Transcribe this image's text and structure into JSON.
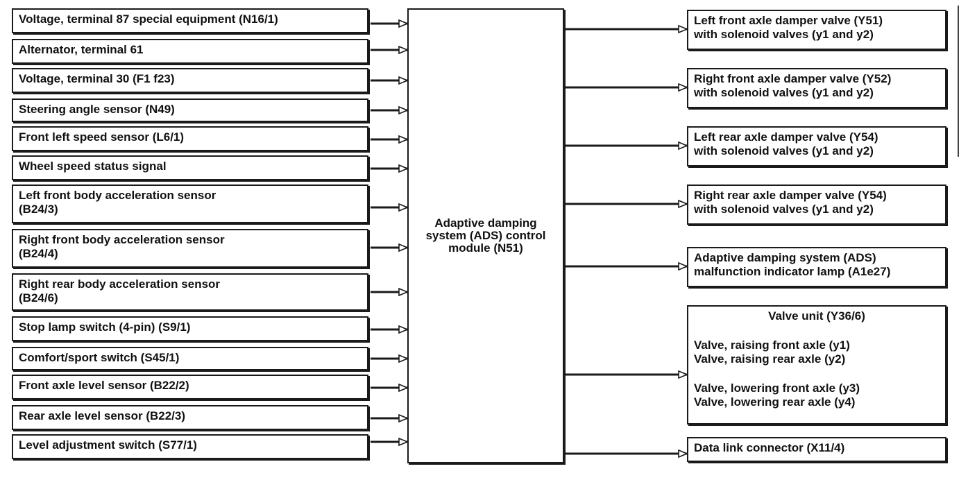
{
  "inputs": [
    "Voltage, terminal 87 special equipment (N16/1)",
    "Alternator, terminal 61",
    "Voltage, terminal 30 (F1 f23)",
    "Steering angle sensor (N49)",
    "Front left speed sensor (L6/1)",
    "Wheel speed status signal",
    [
      "Left front body acceleration sensor",
      "(B24/3)"
    ],
    [
      "Right front body acceleration sensor",
      " (B24/4)"
    ],
    [
      "Right rear body acceleration sensor",
      " (B24/6)"
    ],
    "Stop lamp switch (4-pin) (S9/1)",
    "Comfort/sport switch (S45/1)",
    "Front axle level sensor (B22/2)",
    "Rear axle level sensor (B22/3)",
    "Level adjustment switch (S77/1)"
  ],
  "center": {
    "label": "Adaptive damping\nsystem (ADS) control\nmodule (N51)"
  },
  "outputs": {
    "o1": {
      "line1": "Left front axle damper valve (Y51)",
      "line2": "with solenoid valves (y1 and y2)"
    },
    "o2": {
      "line1": "Right front axle damper valve (Y52)",
      "line2": "with solenoid valves (y1 and y2)"
    },
    "o3": {
      "line1": "Left rear axle damper valve (Y54)",
      "line2": "with solenoid valves (y1 and y2)"
    },
    "o4": {
      "line1": "Right rear axle damper valve (Y54)",
      "line2": "with solenoid valves (y1 and y2)"
    },
    "o5": {
      "line1": "Adaptive damping system (ADS)",
      "line2": "malfunction indicator lamp (A1e27)"
    },
    "valve_unit": {
      "title": "Valve unit (Y36/6)",
      "l1": "Valve, raising front axle (y1)",
      "l2": "Valve, raising rear axle (y2)",
      "l3": "Valve, lowering front axle (y3)",
      "l4": "Valve, lowering rear axle (y4)"
    },
    "o7": {
      "line1": "Data link connector (X11/4)"
    }
  },
  "colors": {
    "ink": "#1a1a1a",
    "background": "#ffffff"
  }
}
